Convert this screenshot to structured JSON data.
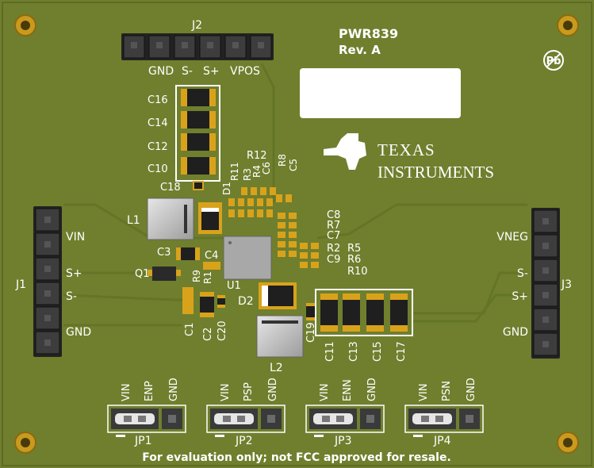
{
  "board": {
    "name": "PWR839",
    "revision": "Rev. A",
    "disclaimer": "For evaluation only; not FCC approved for resale.",
    "pb_free_mark": "Pb",
    "colors": {
      "pcb": "#6f7f2e",
      "pcb_dark": "#5d6b25",
      "silk": "#ffffff",
      "copper_pad": "#d9a21b",
      "trace": "#637526"
    }
  },
  "logo": {
    "line1": "Texas",
    "line2": "Instruments"
  },
  "connectors": {
    "j2": {
      "ref": "J2",
      "pins": [
        "GND",
        "S-",
        "S+",
        "VPOS"
      ]
    },
    "j1": {
      "ref": "J1",
      "pins": [
        "VIN",
        "S+",
        "S-",
        "GND"
      ]
    },
    "j3": {
      "ref": "J3",
      "pins": [
        "VNEG",
        "S-",
        "S+",
        "GND"
      ]
    }
  },
  "jumpers": [
    {
      "ref": "JP1",
      "labels": [
        "VIN",
        "ENP",
        "GND"
      ]
    },
    {
      "ref": "JP2",
      "labels": [
        "VIN",
        "PSP",
        "GND"
      ]
    },
    {
      "ref": "JP3",
      "labels": [
        "VIN",
        "ENN",
        "GND"
      ]
    },
    {
      "ref": "JP4",
      "labels": [
        "VIN",
        "PSN",
        "GND"
      ]
    }
  ],
  "refdes": {
    "c16": "C16",
    "c14": "C14",
    "c12": "C12",
    "c10": "C10",
    "c18": "C18",
    "d1": "D1",
    "r11": "R11",
    "r12": "R12",
    "r3": "R3",
    "r4": "R4",
    "c6": "C6",
    "r8": "R8",
    "c5": "C5",
    "l1": "L1",
    "c3": "C3",
    "c4": "C4",
    "q1": "Q1",
    "r9": "R9",
    "r1": "R1",
    "u1": "U1",
    "c8": "C8",
    "r7": "R7",
    "c7": "C7",
    "r2": "R2",
    "r5": "R5",
    "c9": "C9",
    "r6": "R6",
    "r10": "R10",
    "d2": "D2",
    "c1": "C1",
    "c2": "C2",
    "c20": "C20",
    "c19": "C19",
    "l2": "L2",
    "c11": "C11",
    "c13": "C13",
    "c15": "C15",
    "c17": "C17"
  }
}
